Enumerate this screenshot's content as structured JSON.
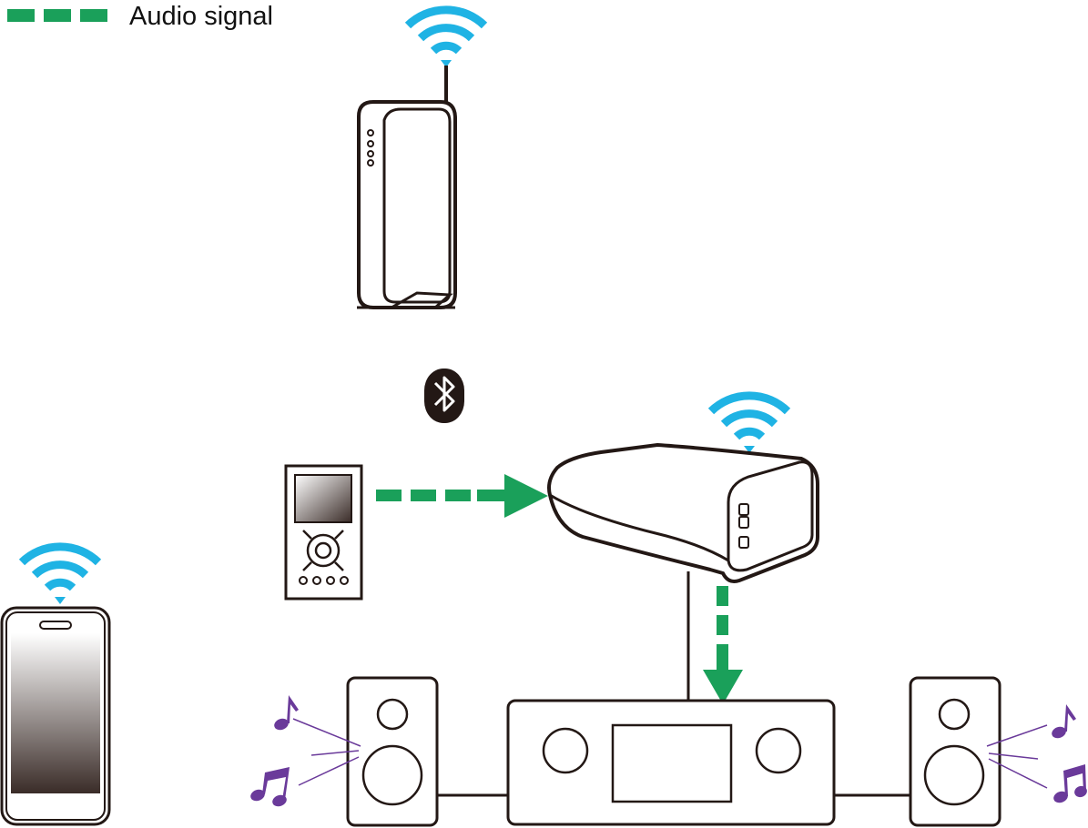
{
  "legend": {
    "label": "Audio signal",
    "line_style": "dashed",
    "color": "#1aa05a"
  },
  "colors": {
    "audio_signal": "#1aa05a",
    "wifi": "#1fb3e4",
    "music_note": "#6a3a9a",
    "outline": "#231815",
    "bluetooth_badge": "#231815"
  },
  "devices": [
    {
      "name": "wireless-router",
      "icon": "router-icon",
      "wireless": "wifi"
    },
    {
      "name": "portable-music-player",
      "icon": "music-player-icon"
    },
    {
      "name": "wireless-speaker",
      "icon": "wireless-speaker-icon",
      "wireless": "wifi"
    },
    {
      "name": "smartphone",
      "icon": "smartphone-icon",
      "wireless": "wifi"
    },
    {
      "name": "receiver",
      "icon": "av-receiver-icon"
    },
    {
      "name": "left-speaker",
      "icon": "speaker-icon"
    },
    {
      "name": "right-speaker",
      "icon": "speaker-icon"
    }
  ],
  "connections": [
    {
      "from": "portable-music-player",
      "to": "wireless-speaker",
      "medium": "bluetooth",
      "type": "audio signal"
    },
    {
      "from": "wireless-speaker",
      "to": "receiver",
      "medium": "cable",
      "type": "audio signal"
    },
    {
      "from": "receiver",
      "to": "left-speaker",
      "medium": "cable"
    },
    {
      "from": "receiver",
      "to": "right-speaker",
      "medium": "cable"
    }
  ]
}
